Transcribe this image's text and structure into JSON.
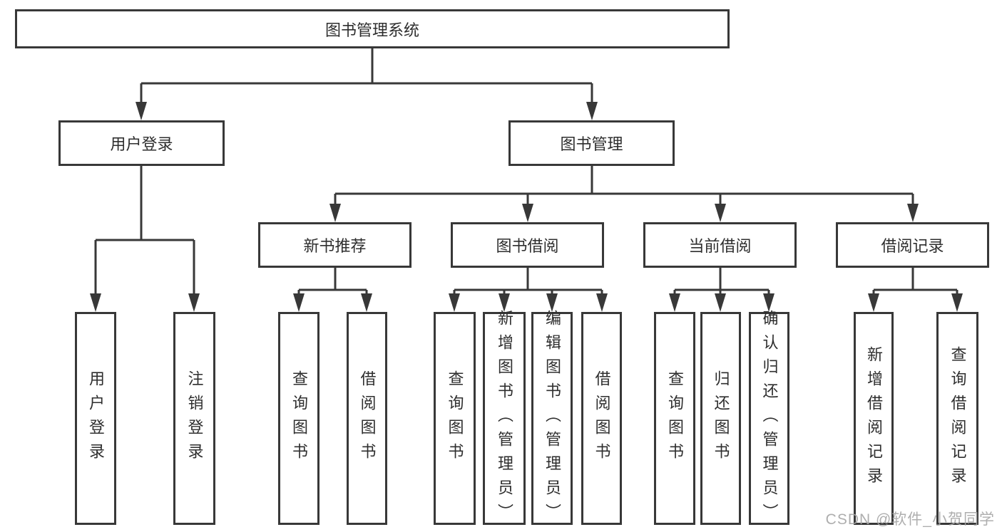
{
  "diagram": {
    "title": "图书管理系统",
    "root": {
      "label": "图书管理系统"
    },
    "level2": [
      {
        "id": "user-login",
        "label": "用户登录"
      },
      {
        "id": "book-management",
        "label": "图书管理"
      }
    ],
    "level3": [
      {
        "id": "new-book-recommend",
        "label": "新书推荐",
        "parent": "图书管理"
      },
      {
        "id": "book-borrow",
        "label": "图书借阅",
        "parent": "图书管理"
      },
      {
        "id": "current-borrow",
        "label": "当前借阅",
        "parent": "图书管理"
      },
      {
        "id": "borrow-records",
        "label": "借阅记录",
        "parent": "图书管理"
      }
    ],
    "leaves": [
      {
        "parent": "用户登录",
        "label": "用户登录"
      },
      {
        "parent": "用户登录",
        "label": "注销登录"
      },
      {
        "parent": "新书推荐",
        "label": "查询图书"
      },
      {
        "parent": "新书推荐",
        "label": "借阅图书"
      },
      {
        "parent": "图书借阅",
        "label": "查询图书"
      },
      {
        "parent": "图书借阅",
        "label": "新增图书（管理员）"
      },
      {
        "parent": "图书借阅",
        "label": "编辑图书（管理员）"
      },
      {
        "parent": "图书借阅",
        "label": "借阅图书"
      },
      {
        "parent": "当前借阅",
        "label": "查询图书"
      },
      {
        "parent": "当前借阅",
        "label": "归还图书"
      },
      {
        "parent": "当前借阅",
        "label": "确认归还（管理员）"
      },
      {
        "parent": "借阅记录",
        "label": "新增借阅记录"
      },
      {
        "parent": "借阅记录",
        "label": "查询借阅记录"
      }
    ]
  },
  "watermark": "CSDN @软件_小贺同学",
  "colors": {
    "line": "#383838",
    "box_border": "#383838",
    "text": "#2e2e2e",
    "background": "#ffffff",
    "watermark": "#a6a6a6"
  }
}
